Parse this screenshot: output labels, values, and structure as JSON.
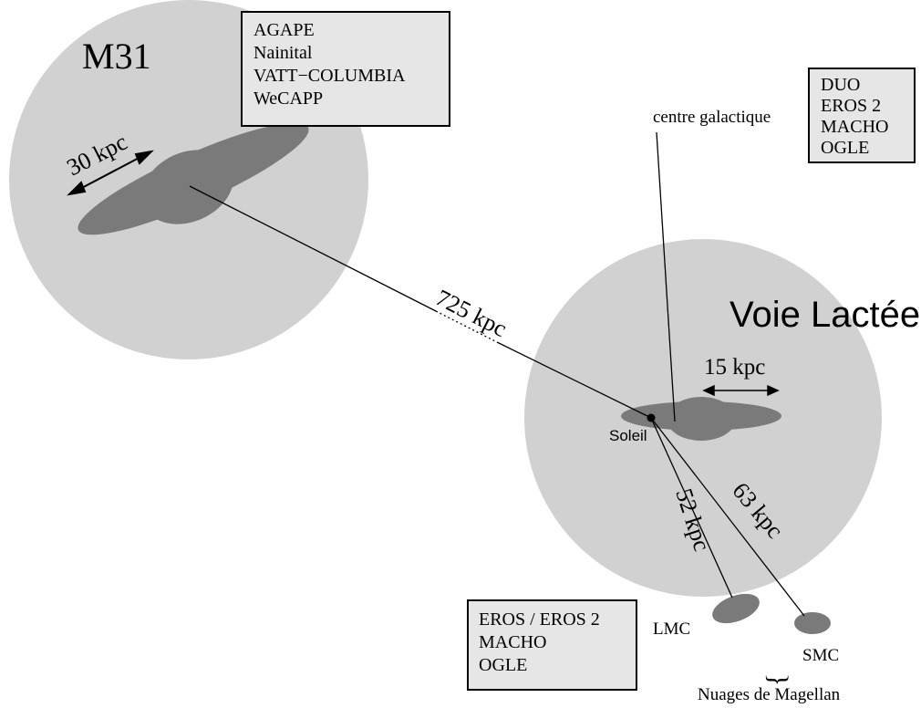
{
  "galaxies": {
    "m31": {
      "name": "M31",
      "size_label": "30 kpc"
    },
    "milky_way": {
      "name": "Voie Lactée",
      "size_label": "15 kpc"
    }
  },
  "distances": {
    "m31": "725 kpc",
    "lmc": "52 kpc",
    "smc": "63 kpc"
  },
  "labels": {
    "sun": "Soleil",
    "galactic_center": "centre galactique",
    "lmc": "LMC",
    "smc": "SMC",
    "magellanic_clouds": "Nuages de Magellan",
    "brace": "}"
  },
  "experiments": {
    "m31": [
      "AGAPE",
      "Nainital",
      "VATT−COLUMBIA",
      "WeCAPP"
    ],
    "galactic_center": [
      "DUO",
      "EROS 2",
      "MACHO",
      "OGLE"
    ],
    "magellanic_clouds": [
      "EROS / EROS 2",
      "MACHO",
      "OGLE"
    ]
  },
  "colors": {
    "halo": "#d1d1d1",
    "disk": "#7a7a7a",
    "box_fill": "#e6e6e6"
  }
}
